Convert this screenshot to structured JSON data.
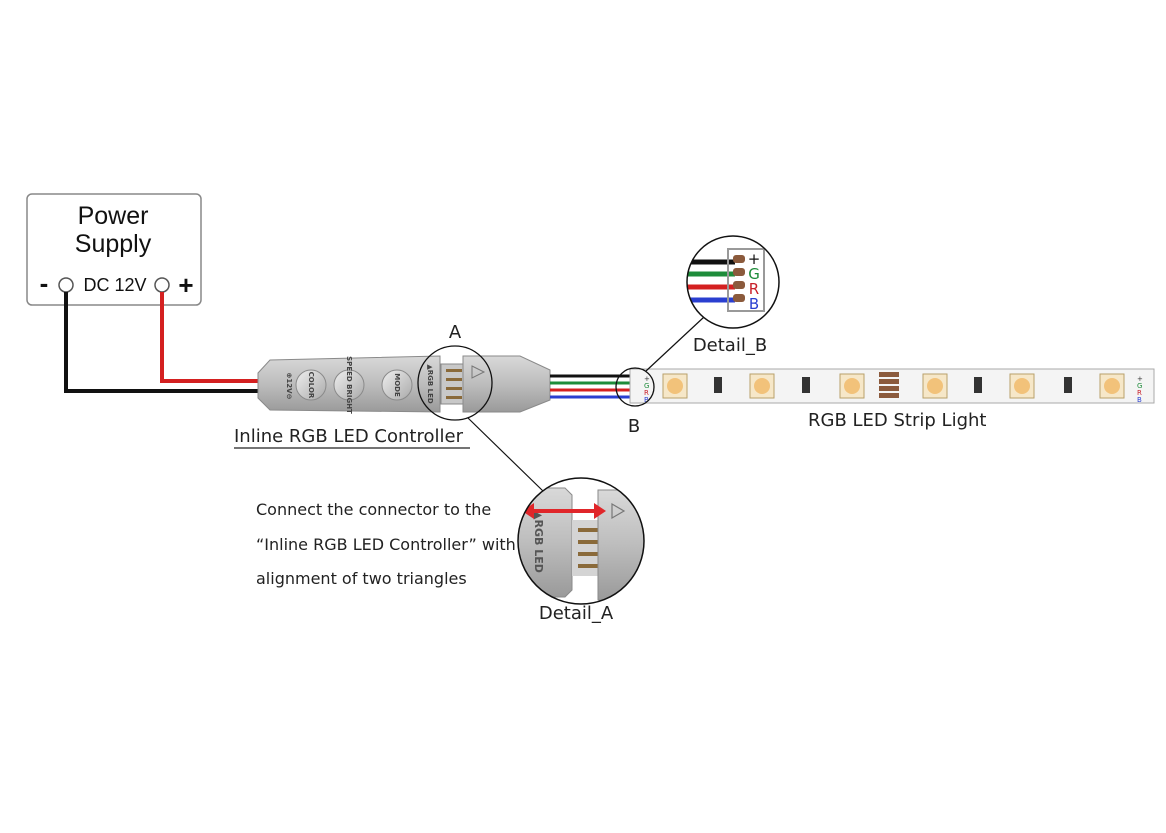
{
  "power_supply": {
    "title_line1": "Power",
    "title_line2": "Supply",
    "voltage": "DC 12V",
    "minus": "-",
    "plus": "+"
  },
  "controller": {
    "label": "Inline RGB LED Controller",
    "buttons": [
      "COLOR",
      "SPEED BRIGHT",
      "MODE"
    ],
    "power_mark": "⊕12V⊖",
    "connector_mark": "▲RGB LED"
  },
  "strip": {
    "label": "RGB LED Strip Light",
    "pins": [
      "+",
      "G",
      "R",
      "B"
    ]
  },
  "callouts": {
    "a": "A",
    "b": "B",
    "detail_a": "Detail_A",
    "detail_b": "Detail_B",
    "detail_a_mark": "▲RGB LED"
  },
  "instruction": {
    "line1": "Connect the connector to the",
    "line2": "“Inline RGB LED Controller”  with",
    "line3": "alignment of two triangles"
  },
  "colors": {
    "wire_black": "#111111",
    "wire_red": "#d42020",
    "wire_green": "#1e8c3a",
    "wire_blue": "#2a3fd0",
    "pin_green": "#1e8c3a",
    "pin_red": "#c8202a",
    "pin_blue": "#2a3fd0"
  }
}
